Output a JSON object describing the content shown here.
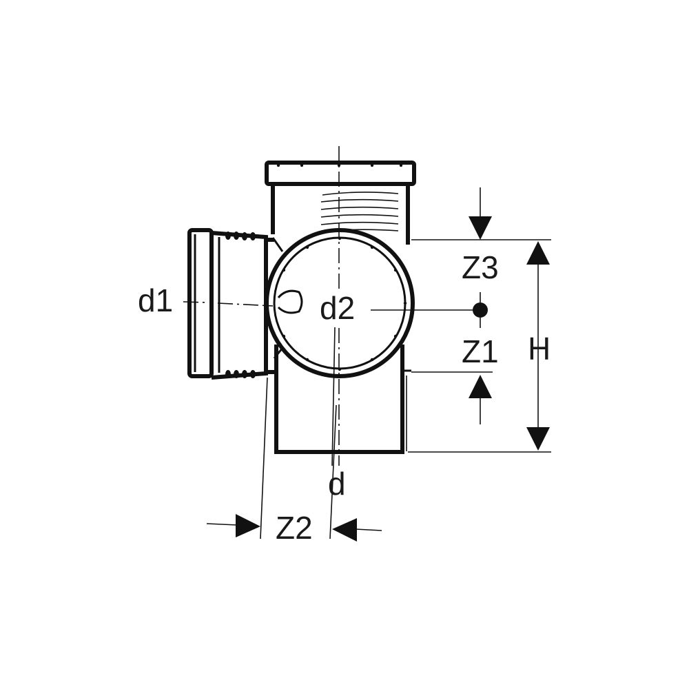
{
  "diagram": {
    "labels": {
      "d1": "d1",
      "d2": "d2",
      "d": "d",
      "z1": "Z1",
      "z2": "Z2",
      "z3": "Z3",
      "h": "H"
    }
  }
}
